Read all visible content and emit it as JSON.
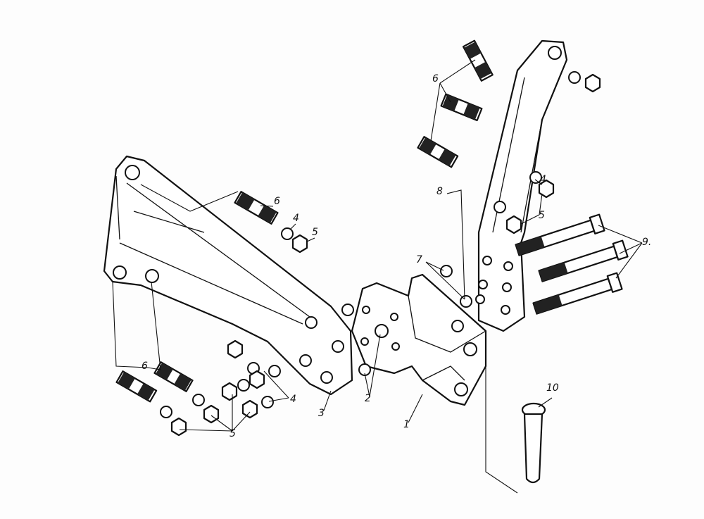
{
  "title": "Tow hitch bracket exploded parts diagram",
  "callouts": [
    {
      "id": "left-stud-top",
      "text": "6"
    },
    {
      "id": "left-washer-top",
      "text": "4"
    },
    {
      "id": "left-nut-top",
      "text": "5"
    },
    {
      "id": "right-studs",
      "text": "6"
    },
    {
      "id": "right-arm",
      "text": "8"
    },
    {
      "id": "right-washer",
      "text": "4"
    },
    {
      "id": "right-nut",
      "text": "5"
    },
    {
      "id": "long-bolts",
      "text": "9."
    },
    {
      "id": "spacer-washer",
      "text": "7"
    },
    {
      "id": "left-plate",
      "text": "3"
    },
    {
      "id": "hitch-washer",
      "text": "2"
    },
    {
      "id": "hitch-body",
      "text": "1"
    },
    {
      "id": "lower-washers",
      "text": "4"
    },
    {
      "id": "lower-nuts",
      "text": "5"
    },
    {
      "id": "lower-studs",
      "text": "6"
    },
    {
      "id": "pin",
      "text": "10"
    }
  ]
}
